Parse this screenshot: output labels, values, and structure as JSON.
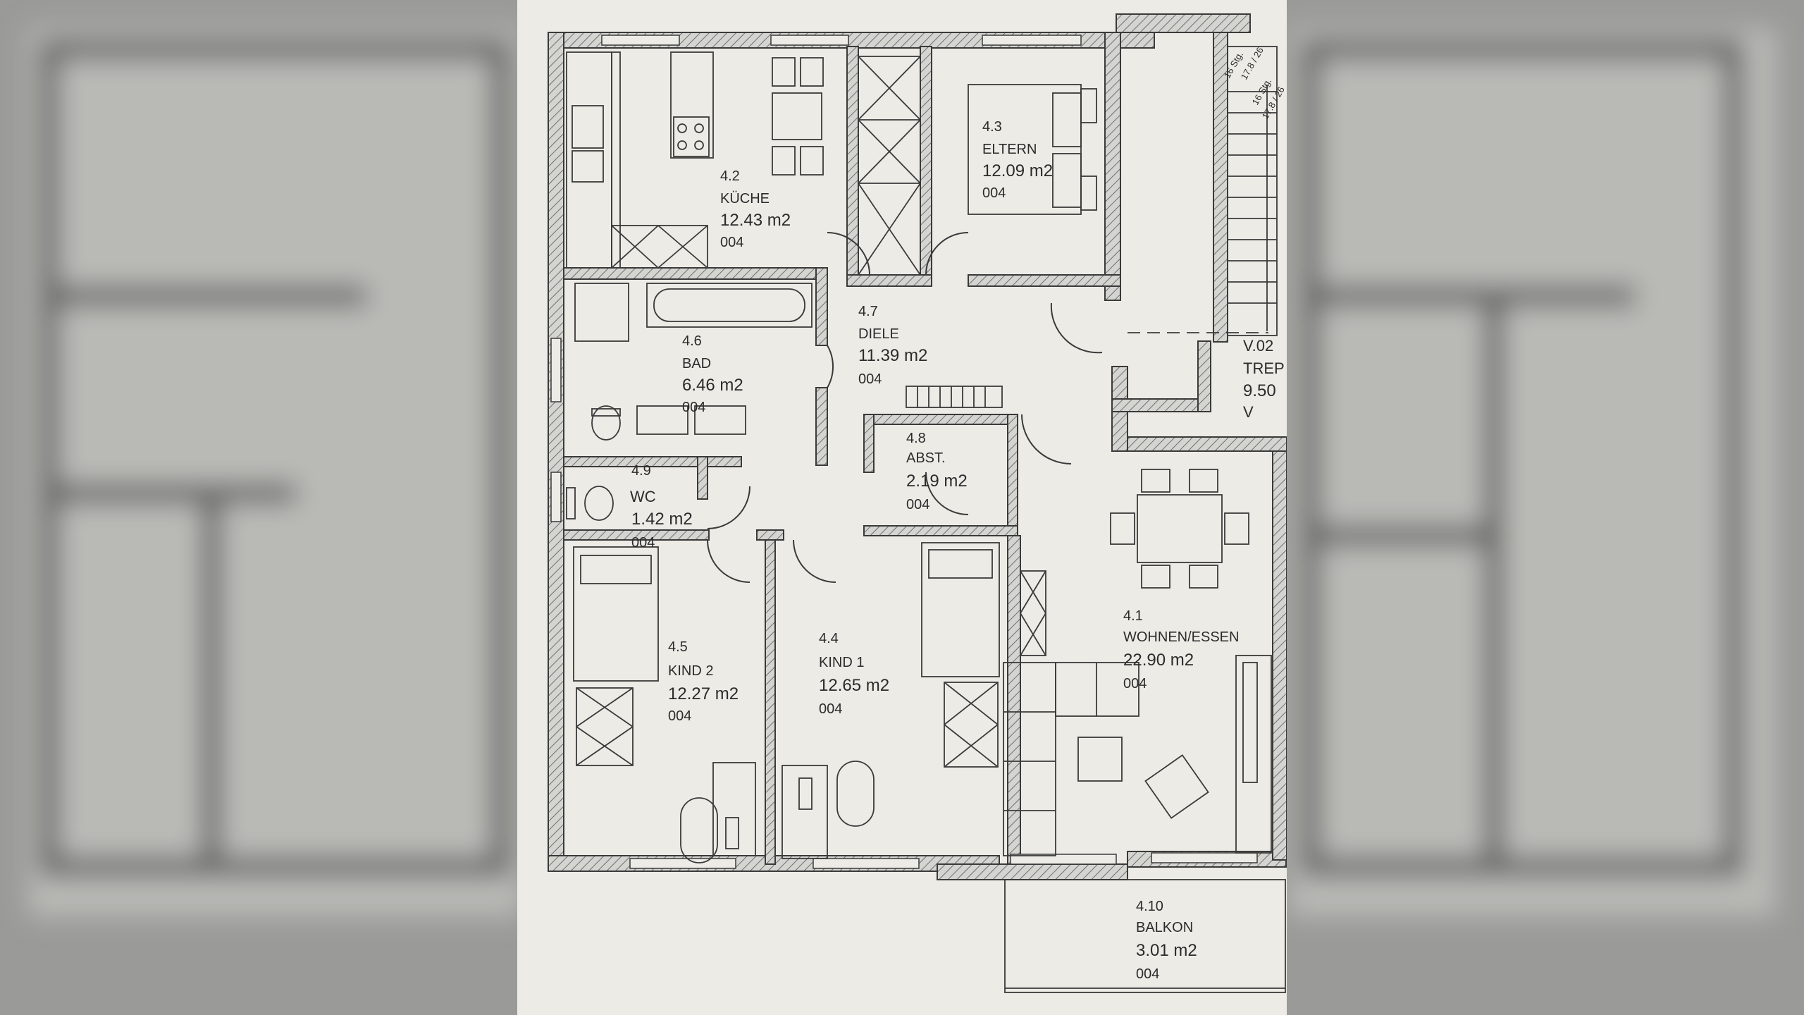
{
  "rooms": [
    {
      "id": "kueche",
      "number": "4.2",
      "name": "KÜCHE",
      "area": "12.43 m2",
      "code": "004"
    },
    {
      "id": "eltern",
      "number": "4.3",
      "name": "ELTERN",
      "area": "12.09 m2",
      "code": "004"
    },
    {
      "id": "diele",
      "number": "4.7",
      "name": "DIELE",
      "area": "11.39 m2",
      "code": "004"
    },
    {
      "id": "bad",
      "number": "4.6",
      "name": "BAD",
      "area": "6.46 m2",
      "code": "004"
    },
    {
      "id": "abst",
      "number": "4.8",
      "name": "ABST.",
      "area": "2.19 m2",
      "code": "004"
    },
    {
      "id": "wc",
      "number": "4.9",
      "name": "WC",
      "area": "1.42 m2",
      "code": "004"
    },
    {
      "id": "kind2",
      "number": "4.5",
      "name": "KIND 2",
      "area": "12.27 m2",
      "code": "004"
    },
    {
      "id": "kind1",
      "number": "4.4",
      "name": "KIND 1",
      "area": "12.65 m2",
      "code": "004"
    },
    {
      "id": "wohnen",
      "number": "4.1",
      "name": "WOHNEN/ESSEN",
      "area": "22.90 m2",
      "code": "004"
    },
    {
      "id": "balkon",
      "number": "4.10",
      "name": "BALKON",
      "area": "3.01 m2",
      "code": "004"
    }
  ],
  "stair": {
    "number": "V.02",
    "name": "TREP",
    "area": "9.50",
    "code": "V",
    "steps_a": "16 Stg.",
    "steps_b": "17.8 / 26",
    "steps_c": "16 Stg.",
    "steps_d": "17.8 / 26"
  },
  "colors": {
    "paper": "#ecebe6",
    "line": "#3a3a3a",
    "hatch": "#8a8a8a",
    "background": "#8f8f8f"
  }
}
